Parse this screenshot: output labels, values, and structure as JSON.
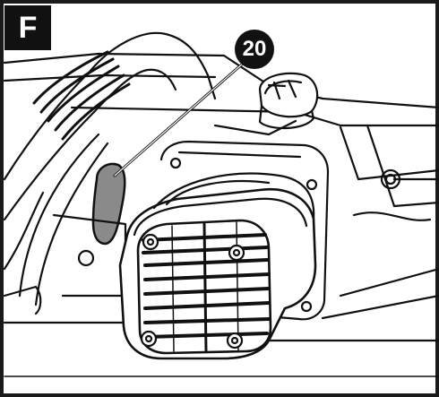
{
  "figure": {
    "panel_label": "F",
    "callout_number": "20",
    "subject": "tool-housing-motor-cover",
    "colors": {
      "ink": "#111111",
      "background": "#ffffff",
      "highlight": "#8a8a8a"
    }
  }
}
